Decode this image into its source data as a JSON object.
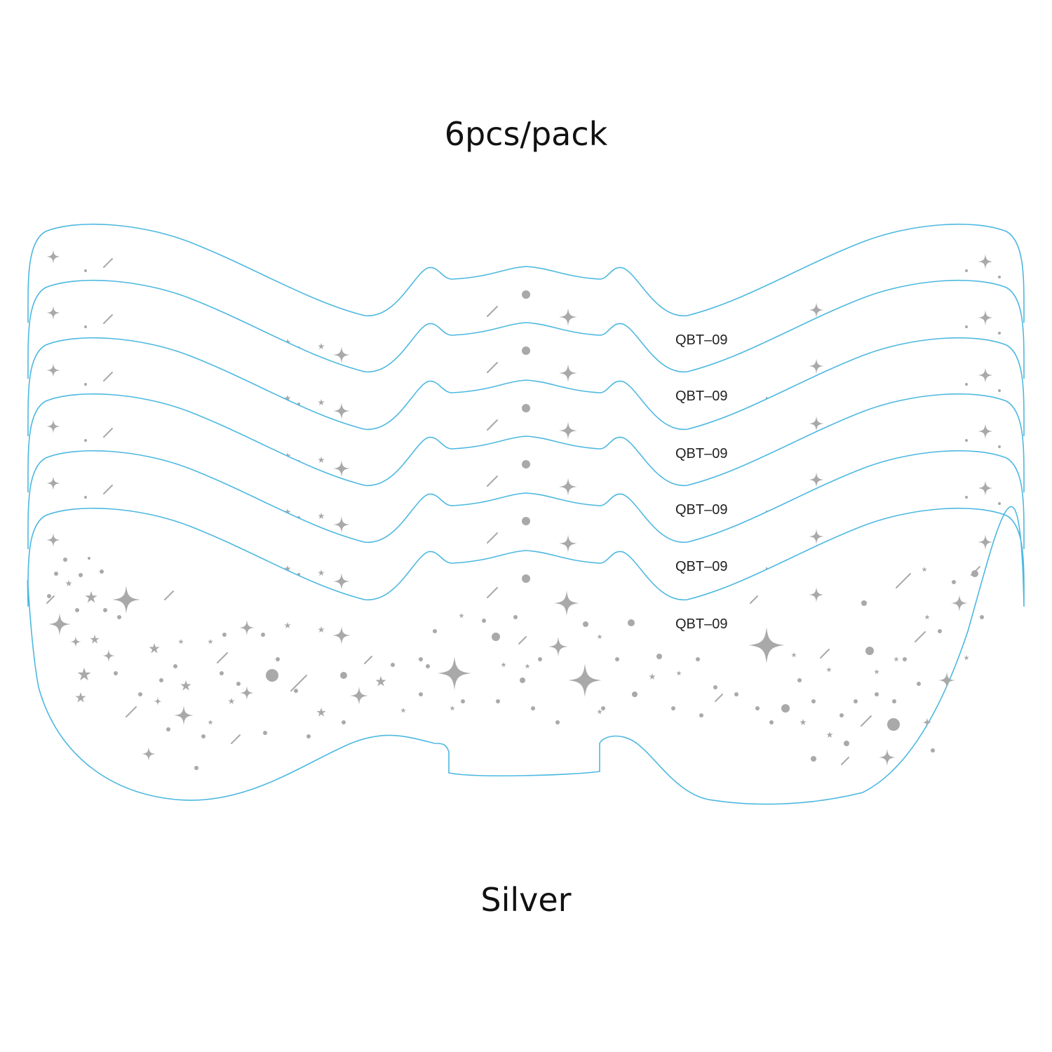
{
  "product": {
    "pack_text": "6pcs/pack",
    "color_text": "Silver",
    "mask_count": 6,
    "mask_code": "QBT–09",
    "outline_color": "#4db8e0",
    "decoration_color": "#a9a9a9"
  }
}
